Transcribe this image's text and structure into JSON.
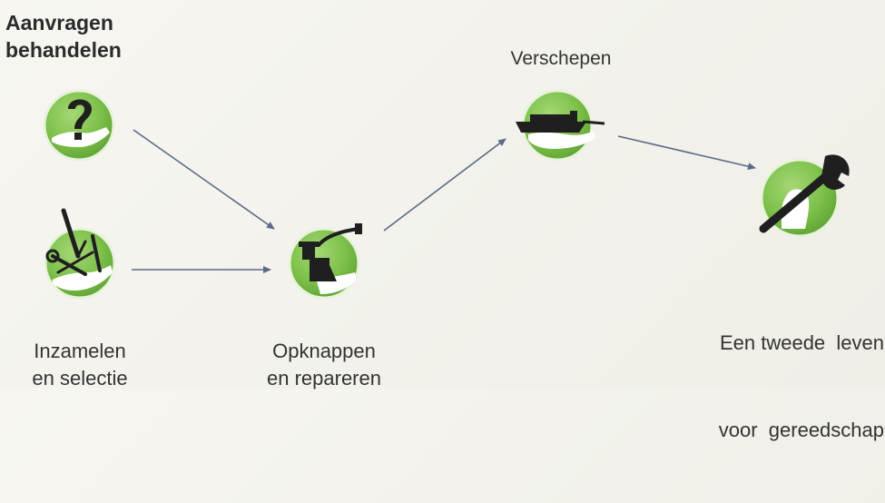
{
  "watermark": "",
  "colors": {
    "circle_fill": "#7cc04a",
    "circle_stroke": "#e8f3dc",
    "circle_highlight": "#a6d775",
    "icon": "#1f1f1f",
    "hand": "#ffffff",
    "arrow": "#5a6a86"
  },
  "nodes": {
    "requests": {
      "label_lines": [
        "Aanvragen",
        "behandelen"
      ],
      "icon": "question-mark-icon"
    },
    "collect": {
      "label_lines": [
        "Inzamelen",
        "en selectie"
      ],
      "icon": "tools-icon"
    },
    "repair": {
      "label_lines": [
        "Opknappen",
        "en repareren"
      ],
      "icon": "vise-icon"
    },
    "ship": {
      "label_lines": [
        "Verschepen"
      ],
      "icon": "ship-icon"
    },
    "second_life": {
      "label_lines": [
        "Een tweede  leven",
        "voor  gereedschap"
      ],
      "icon": "wrench-icon"
    }
  }
}
